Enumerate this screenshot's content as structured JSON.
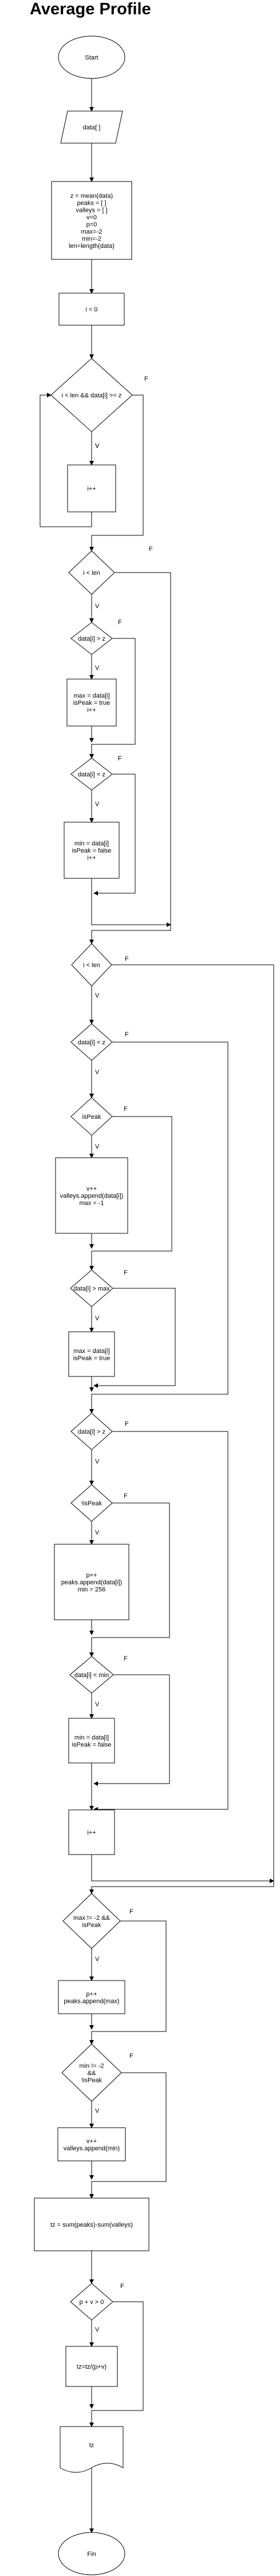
{
  "title": "Average Profile",
  "colors": {
    "stroke": "#000000",
    "fill": "#ffffff"
  },
  "nodes": {
    "start": {
      "text": [
        "Start"
      ]
    },
    "data_in": {
      "text": [
        "data[ ]"
      ]
    },
    "init": {
      "text": [
        "z = mean(data)",
        "peaks = [ ]",
        "valleys = [ ]",
        "v=0",
        "p=0",
        "max=-2",
        "min=-2",
        "len=length(data)"
      ]
    },
    "i0": {
      "text": [
        "i = 0"
      ]
    },
    "cond1": {
      "text": [
        "i < len && data[i] >= z"
      ]
    },
    "inc1": {
      "text": [
        "i++"
      ]
    },
    "cond2": {
      "text": [
        "i < len"
      ]
    },
    "cond3": {
      "text": [
        "data[i] > z"
      ]
    },
    "box3": {
      "text": [
        "max = data[i]",
        "isPeak = true",
        "i++"
      ]
    },
    "cond4": {
      "text": [
        "data[i] < z"
      ]
    },
    "box4": {
      "text": [
        "min = data[i]",
        "isPeak = false",
        "i++"
      ]
    },
    "cond5": {
      "text": [
        "i < len"
      ]
    },
    "cond6": {
      "text": [
        "data[i] < z"
      ]
    },
    "cond7": {
      "text": [
        "isPeak"
      ]
    },
    "box7": {
      "text": [
        "v++",
        "valleys.append(data[i])",
        "max = -1"
      ]
    },
    "cond8": {
      "text": [
        "data[i] > max"
      ]
    },
    "box8": {
      "text": [
        "max = data[i]",
        "isPeak = true"
      ]
    },
    "cond9": {
      "text": [
        "data[i] > z"
      ]
    },
    "cond10": {
      "text": [
        "!isPeak"
      ]
    },
    "box10": {
      "text": [
        "p++",
        "peaks.append(data[i])",
        "min = 256"
      ]
    },
    "cond11": {
      "text": [
        "data[i] < min"
      ]
    },
    "box11": {
      "text": [
        "min = data[i]",
        "isPeak = false"
      ]
    },
    "inc2": {
      "text": [
        "i++"
      ]
    },
    "cond12": {
      "text": [
        "max != -2 &&",
        "isPeak"
      ]
    },
    "box12": {
      "text": [
        "p++",
        "peaks.append(max)"
      ]
    },
    "cond13": {
      "text": [
        "min != -2",
        "&&",
        "!isPeak"
      ]
    },
    "box13": {
      "text": [
        "v++",
        "valleys.append(min)"
      ]
    },
    "tz": {
      "text": [
        "tz = sum(peaks)-sum(valleys)"
      ]
    },
    "cond14": {
      "text": [
        "p + v > 0"
      ]
    },
    "box14": {
      "text": [
        "tz=tz/(p+v)"
      ]
    },
    "out": {
      "text": [
        "tz"
      ]
    },
    "fin": {
      "text": [
        "Fin"
      ]
    }
  },
  "labels": {
    "yes": "V",
    "no": "F"
  }
}
